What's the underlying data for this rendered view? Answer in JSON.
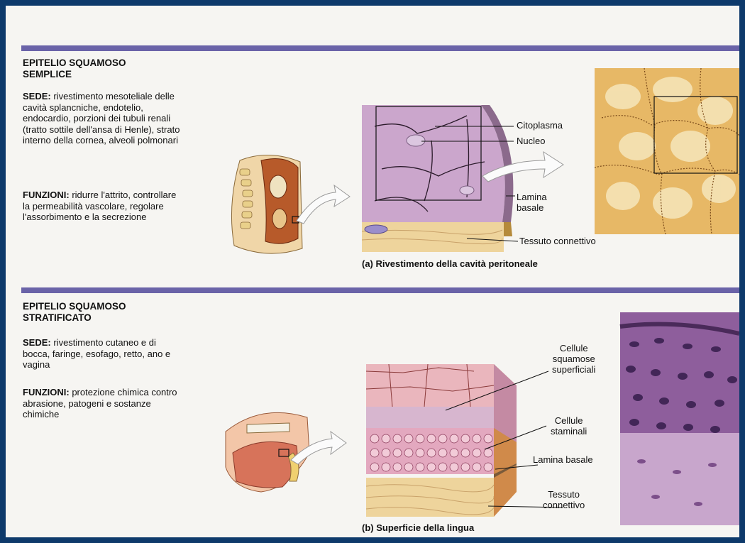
{
  "section_a": {
    "title_line1": "EPITELIO SQUAMOSO",
    "title_line2": "SEMPLICE",
    "sede_label": "SEDE:",
    "sede_text": " rivestimento mesoteliale delle cavità splancniche, endotelio, endocardio, porzioni dei tubuli renali (tratto sottile dell'ansa di Henle), strato interno della cornea, alveoli polmonari",
    "funzioni_label": "FUNZIONI:",
    "funzioni_text": " ridurre l'attrito, controllare la permeabilità vascolare, regolare l'assorbimento e la secrezione",
    "labels": {
      "citoplasma": "Citoplasma",
      "nucleo": "Nucleo",
      "lamina_line1": "Lamina",
      "lamina_line2": "basale",
      "tessuto": "Tessuto connettivo"
    },
    "caption": "(a) Rivestimento della cavità peritoneale"
  },
  "section_b": {
    "title_line1": "EPITELIO SQUAMOSO",
    "title_line2": "STRATIFICATO",
    "sede_label": "SEDE:",
    "sede_text": " rivestimento cutaneo e di bocca, faringe, esofago, retto, ano e vagina",
    "funzioni_label": "FUNZIONI:",
    "funzioni_text": " protezione chimica contro abrasione, patogeni e sostanze chimiche",
    "labels": {
      "cellule_sq_line1": "Cellule",
      "cellule_sq_line2": "squamose",
      "cellule_sq_line3": "superficiali",
      "cellule_st_line1": "Cellule",
      "cellule_st_line2": "staminali",
      "lamina": "Lamina basale",
      "tessuto_line1": "Tessuto",
      "tessuto_line2": "connettivo"
    },
    "caption": "(b) Superficie della lingua"
  },
  "colors": {
    "band": "#6a63a8",
    "frame": "#0e3a6b",
    "epithelium_a": "#cba6cc",
    "epithelium_b": "#e7b6bd",
    "connective": "#eed49c",
    "micrograph_a": "#e7b866",
    "micrograph_b": "#8e5e9c"
  }
}
